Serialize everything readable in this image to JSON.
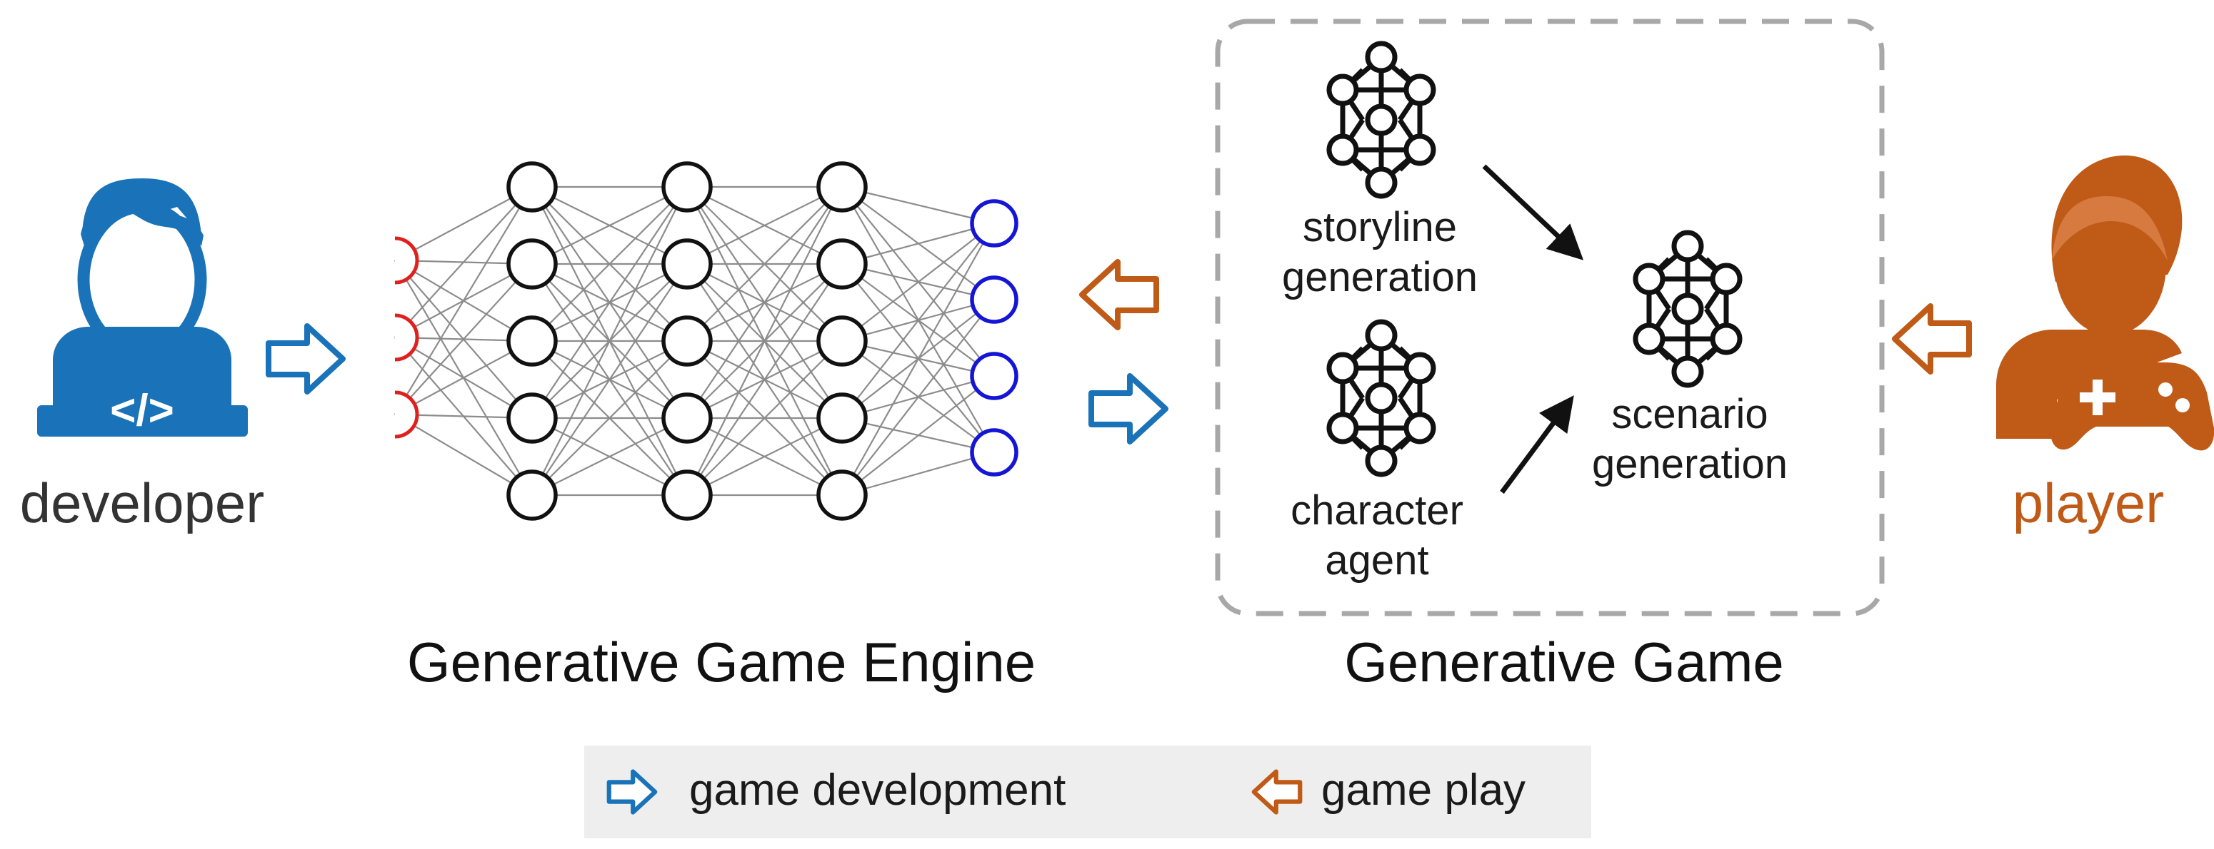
{
  "labels": {
    "developer": "developer",
    "player": "player",
    "engine_caption": "Generative Game Engine",
    "game_caption": "Generative Game",
    "storyline_1": "storyline",
    "storyline_2": "generation",
    "character_1": "character",
    "character_2": "agent",
    "scenario_1": "scenario",
    "scenario_2": "generation"
  },
  "developer_screen_text": "</>",
  "legend": {
    "development_label": "game development",
    "play_label": "game play"
  },
  "network": {
    "input_nodes": 3,
    "hidden_layers": 3,
    "hidden_nodes": 5,
    "output_nodes": 4
  },
  "icons": {
    "developer": "developer-icon",
    "player": "player-gamepad-icon",
    "network": "neural-network-icon",
    "arrow": "hollow-arrow-icon"
  },
  "colors": {
    "development": "#1a73b8",
    "play": "#c05a17",
    "input_node": "#e0201d",
    "output_node": "#1515d6",
    "connection": "#8c8c8c",
    "text": "#1a1a1a",
    "legend_bg": "#eeeeee",
    "dashed_box": "#a8a8a8"
  }
}
